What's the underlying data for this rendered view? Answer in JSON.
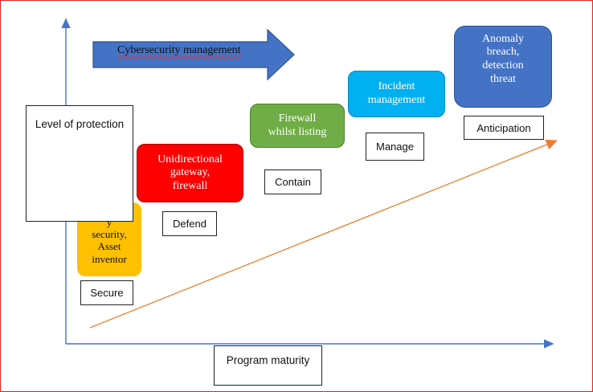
{
  "title_arrow": {
    "label": "Cybersecurity management"
  },
  "axes": {
    "y_label": "Level of protection",
    "x_label": "Program maturity"
  },
  "stages": [
    {
      "key": "secure",
      "text": "y security, Asset inventor",
      "lines": [
        "y",
        "security,",
        "Asset",
        "inventor"
      ],
      "color": "#FFC000",
      "label": "Secure"
    },
    {
      "key": "defend",
      "text": "Unidirectional gateway, firewall",
      "lines": [
        "Unidirectional",
        "gateway,",
        "firewall"
      ],
      "color": "#FF0000",
      "label": "Defend"
    },
    {
      "key": "contain",
      "text": "Firewall whilst listing",
      "lines": [
        "Firewall",
        "whilst listing"
      ],
      "color": "#70AD47",
      "label": "Contain"
    },
    {
      "key": "manage",
      "text": "Incident management",
      "lines": [
        "Incident",
        "management"
      ],
      "color": "#00B0F0",
      "label": "Manage"
    },
    {
      "key": "anticipate",
      "text": "Anomaly breach, detection threat",
      "lines": [
        "Anomaly",
        "breach,",
        "detection",
        "threat"
      ],
      "color": "#4472C4",
      "label": "Anticipation"
    }
  ],
  "colors": {
    "axis": "#4472C4",
    "trend_arrow": "#ED7D31",
    "block_arrow_fill": "#4472C4",
    "block_arrow_stroke": "#2F528F"
  }
}
